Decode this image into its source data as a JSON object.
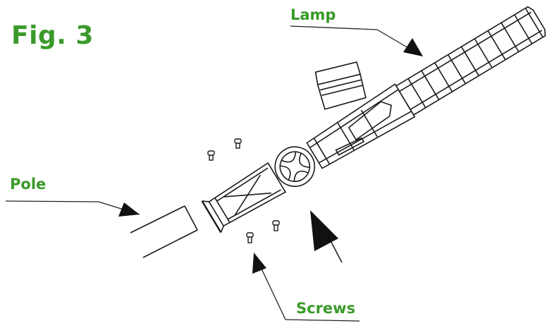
{
  "figure": {
    "title": "Fig. 3"
  },
  "labels": {
    "lamp": "Lamp",
    "pole": "Pole",
    "screws": "Screws"
  },
  "colors": {
    "label_green": "#3a9a2a",
    "line": "#1a1a1a",
    "arrow_fill": "#111111"
  },
  "icons": [
    "lamp-head",
    "pole-tube",
    "screw",
    "pointer-arrow"
  ]
}
